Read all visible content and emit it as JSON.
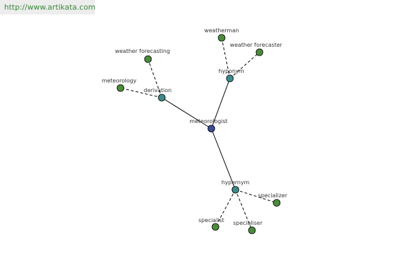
{
  "watermark": "http://www.artikata.com",
  "colors": {
    "center": "#3a4e96",
    "relation": "#3e8a8a",
    "leaf": "#4c8c3c"
  },
  "nodes": [
    {
      "id": "meteorologist",
      "label": "meteorologist",
      "kind": "center"
    },
    {
      "id": "derivation",
      "label": "derivation",
      "kind": "relation"
    },
    {
      "id": "hyponym",
      "label": "hyponym",
      "kind": "relation"
    },
    {
      "id": "hypernym",
      "label": "hypernym",
      "kind": "relation"
    },
    {
      "id": "weather-forecasting",
      "label": "weather forecasting",
      "kind": "leaf"
    },
    {
      "id": "meteorology",
      "label": "meteorology",
      "kind": "leaf"
    },
    {
      "id": "weatherman",
      "label": "weatherman",
      "kind": "leaf"
    },
    {
      "id": "weather-forecaster",
      "label": "weather forecaster",
      "kind": "leaf"
    },
    {
      "id": "specializer",
      "label": "specializer",
      "kind": "leaf"
    },
    {
      "id": "specialist",
      "label": "specialist",
      "kind": "leaf"
    },
    {
      "id": "specialiser",
      "label": "specialiser",
      "kind": "leaf"
    }
  ],
  "edges": [
    {
      "from": "meteorologist",
      "to": "derivation",
      "style": "solid"
    },
    {
      "from": "meteorologist",
      "to": "hyponym",
      "style": "solid"
    },
    {
      "from": "meteorologist",
      "to": "hypernym",
      "style": "solid"
    },
    {
      "from": "derivation",
      "to": "weather-forecasting",
      "style": "dashed"
    },
    {
      "from": "derivation",
      "to": "meteorology",
      "style": "dashed"
    },
    {
      "from": "hyponym",
      "to": "weatherman",
      "style": "dashed"
    },
    {
      "from": "hyponym",
      "to": "weather-forecaster",
      "style": "dashed"
    },
    {
      "from": "hypernym",
      "to": "specializer",
      "style": "dashed"
    },
    {
      "from": "hypernym",
      "to": "specialist",
      "style": "dashed"
    },
    {
      "from": "hypernym",
      "to": "specialiser",
      "style": "dashed"
    }
  ]
}
